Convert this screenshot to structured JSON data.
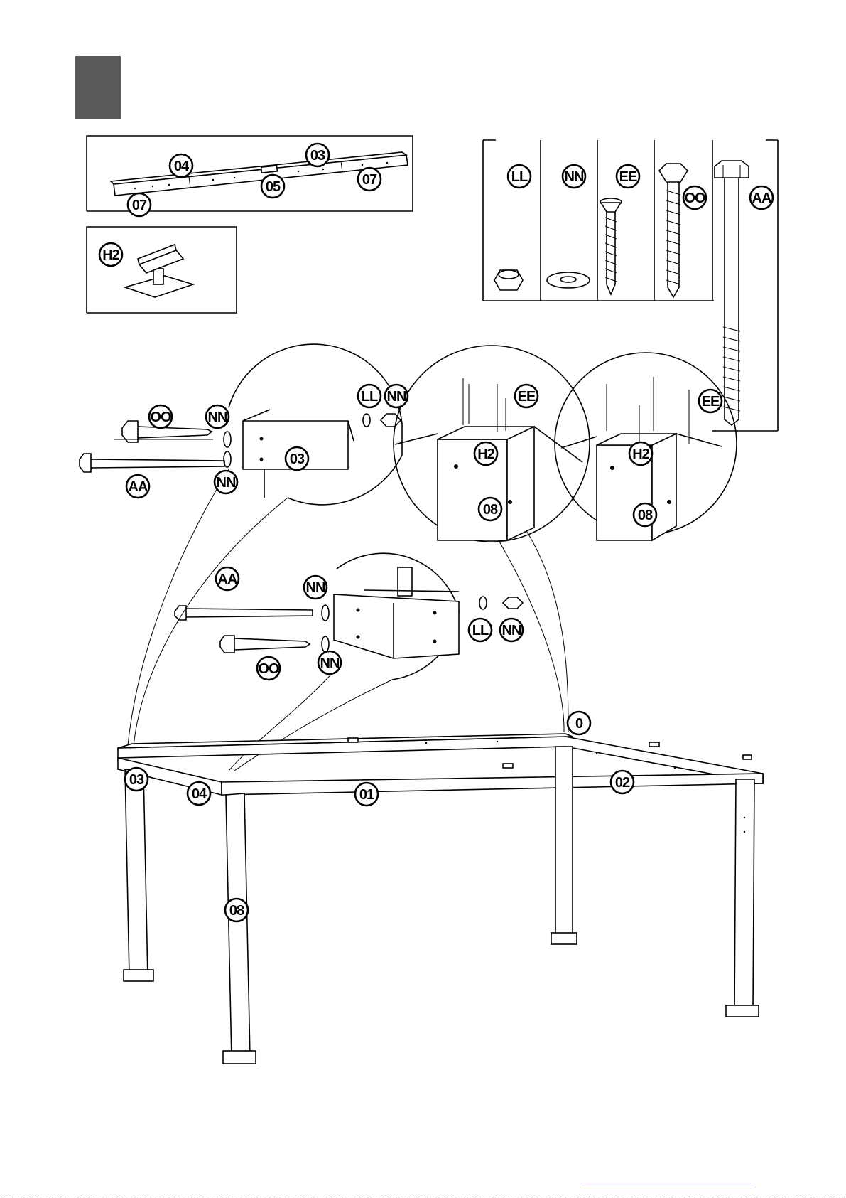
{
  "step": {
    "marker_color": "#595959"
  },
  "parts_panel": {
    "beam_labels": [
      "04",
      "03",
      "05",
      "07",
      "07"
    ],
    "bracket_label": "H2"
  },
  "hardware": {
    "items": [
      "LL",
      "NN",
      "EE",
      "OO",
      "AA"
    ]
  },
  "detail_left": {
    "labels": [
      "OO",
      "NN",
      "NN",
      "LL",
      "03",
      "AA",
      "NN"
    ]
  },
  "detail_center": {
    "labels": [
      "AA",
      "NN",
      "NN",
      "LL",
      "OO",
      "NN"
    ]
  },
  "detail_post_a": {
    "labels": [
      "EE",
      "H2",
      "08"
    ]
  },
  "detail_post_b": {
    "labels": [
      "EE",
      "H2",
      "08"
    ]
  },
  "frame": {
    "labels": [
      "0",
      "03",
      "04",
      "01",
      "02",
      "08"
    ]
  },
  "footer": {
    "link_color": "#1a1ad6"
  }
}
